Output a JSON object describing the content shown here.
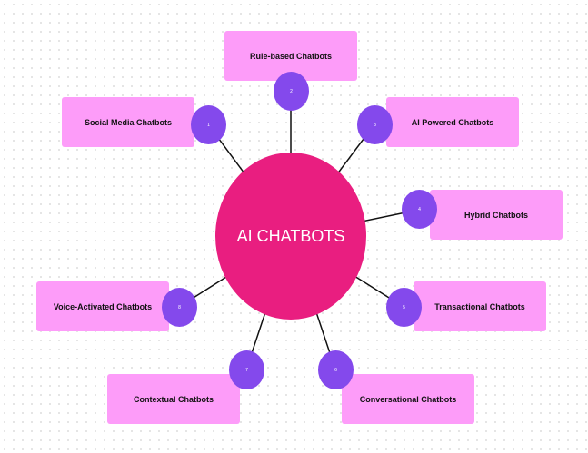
{
  "center": {
    "label": "AI CHATBOTS"
  },
  "nodes": [
    {
      "number": "1",
      "label": "Social Media Chatbots"
    },
    {
      "number": "2",
      "label": "Rule-based Chatbots"
    },
    {
      "number": "3",
      "label": "AI Powered Chatbots"
    },
    {
      "number": "4",
      "label": "Hybrid Chatbots"
    },
    {
      "number": "5",
      "label": "Transactional Chatbots"
    },
    {
      "number": "6",
      "label": "Conversational Chatbots"
    },
    {
      "number": "7",
      "label": "Contextual Chatbots"
    },
    {
      "number": "8",
      "label": "Voice-Activated Chatbots"
    }
  ],
  "colors": {
    "center": "#e91e80",
    "box": "#fd9cf9",
    "badge": "#8449ec"
  }
}
